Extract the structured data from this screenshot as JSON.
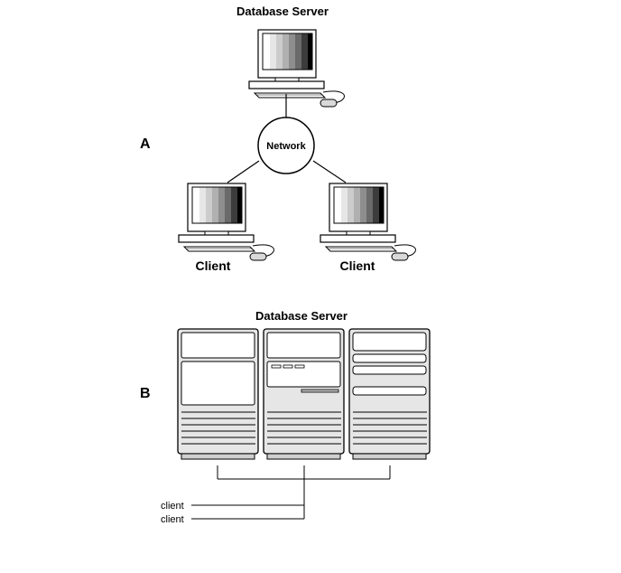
{
  "panel_a": {
    "letter": "A",
    "server_label": "Database Server",
    "network_label": "Network",
    "client_left_label": "Client",
    "client_right_label": "Client"
  },
  "panel_b": {
    "letter": "B",
    "server_label": "Database Server",
    "client_label_1": "client",
    "client_label_2": "client"
  }
}
